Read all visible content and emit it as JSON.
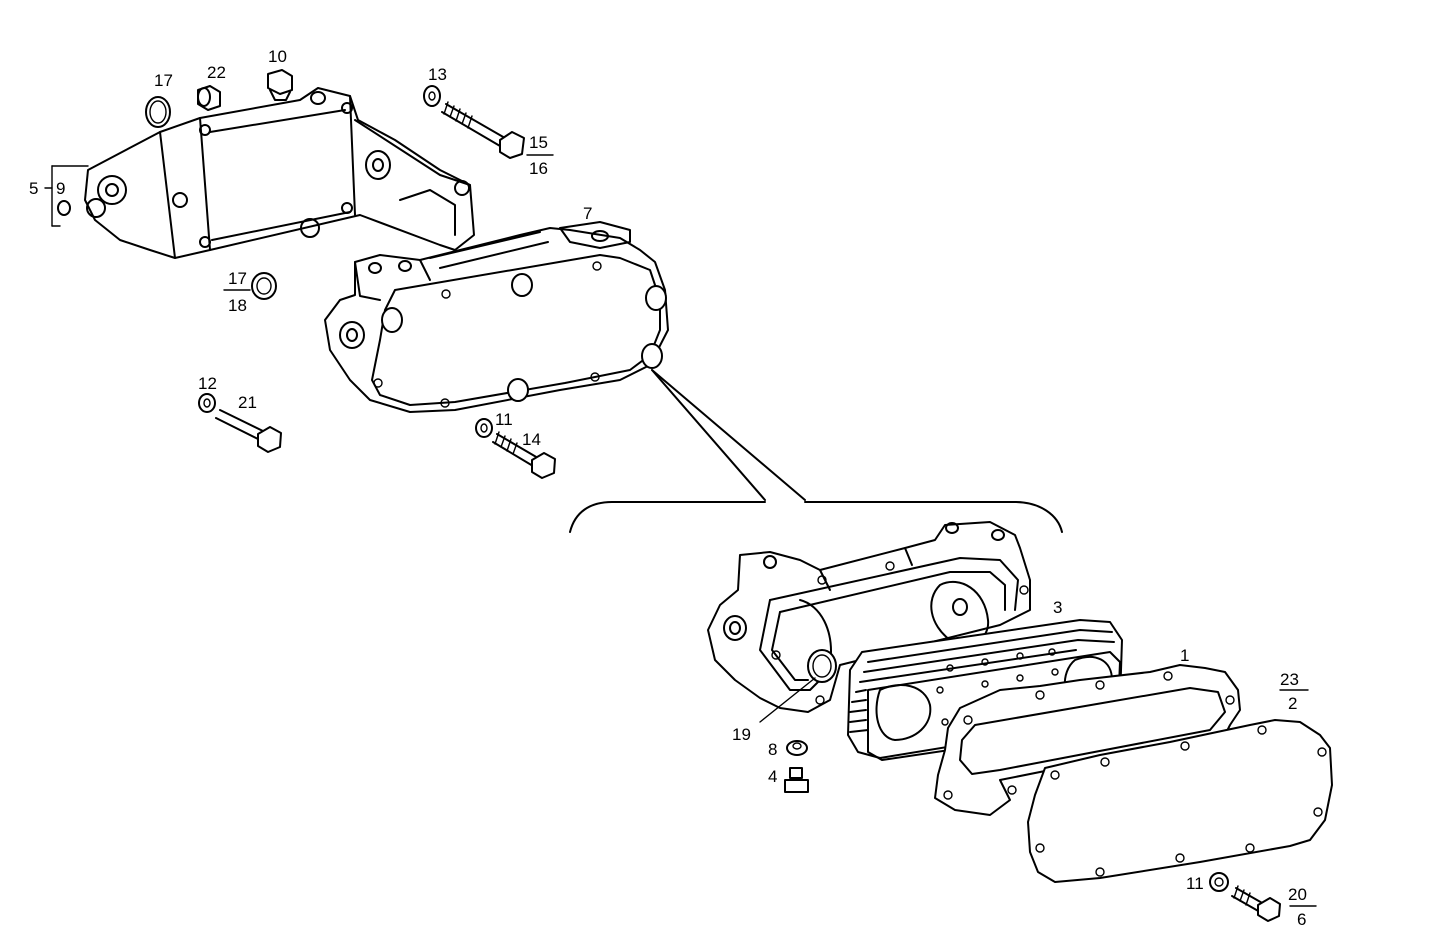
{
  "labels": {
    "l5": "5",
    "l9": "9",
    "l17a": "17",
    "l22": "22",
    "l10": "10",
    "l13": "13",
    "l15": "15",
    "l16": "16",
    "l7": "7",
    "l17b": "17",
    "l18": "18",
    "l12": "12",
    "l21": "21",
    "l11a": "11",
    "l14": "14",
    "l3": "3",
    "l1": "1",
    "l23": "23",
    "l2": "2",
    "l19": "19",
    "l8": "8",
    "l4": "4",
    "l11b": "11",
    "l20": "20",
    "l6": "6"
  }
}
